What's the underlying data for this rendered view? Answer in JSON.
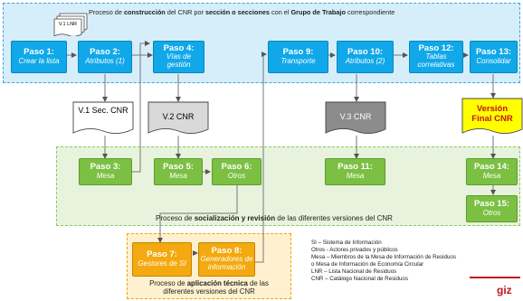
{
  "top_zone": {
    "caption_pre": "Proceso de ",
    "caption_b1": "construcción",
    "caption_mid1": " del CNR por ",
    "caption_b2": "sección o secciones",
    "caption_mid2": " con el ",
    "caption_b3": "Grupo de Trabajo",
    "caption_post": " correspondiente"
  },
  "mid_zone": {
    "caption_pre": "Proceso de ",
    "caption_b1": "socialización y revisión",
    "caption_post": " de las diferentes versiones del CNR"
  },
  "bot_zone": {
    "caption_pre": "Proceso de ",
    "caption_b1": "aplicación técnica",
    "caption_post1": " de las",
    "caption_line2": "diferentes versiones del CNR"
  },
  "docs": {
    "v1_lnr": "V.1 LNR",
    "v1_sec": "V.1 Sec. CNR",
    "v2": "V.2 CNR",
    "v3": "V.3 CNR",
    "final": "Versión Final CNR"
  },
  "steps": {
    "p1": {
      "title": "Paso 1:",
      "sub": "Crear la lista"
    },
    "p2": {
      "title": "Paso 2:",
      "sub": "Atributos (1)"
    },
    "p4": {
      "title": "Paso 4:",
      "sub": "Vías de gestión"
    },
    "p9": {
      "title": "Paso 9:",
      "sub": "Transporte"
    },
    "p10": {
      "title": "Paso 10:",
      "sub": "Atributos (2)"
    },
    "p12": {
      "title": "Paso 12:",
      "sub": "Tablas correlativas"
    },
    "p13": {
      "title": "Paso 13:",
      "sub": "Consolidar"
    },
    "p3": {
      "title": "Paso 3:",
      "sub": "Mesa"
    },
    "p5": {
      "title": "Paso 5:",
      "sub": "Mesa"
    },
    "p6": {
      "title": "Paso 6:",
      "sub": "Otros"
    },
    "p11": {
      "title": "Paso 11:",
      "sub": "Mesa"
    },
    "p14": {
      "title": "Paso 14:",
      "sub": "Mesa"
    },
    "p15": {
      "title": "Paso 15:",
      "sub": "Otros"
    },
    "p7": {
      "title": "Paso 7:",
      "sub": "Gestores de SI"
    },
    "p8": {
      "title": "Paso 8:",
      "sub": "Generadores de información"
    }
  },
  "legend": [
    "SI – Sistema de Información",
    "Otros -  Actores privados y públicos",
    "Mesa – Miembros de la Mesa de Información de Residuos",
    "o Mesa de Información de Economía Circular",
    "LNR – Lista Nacional de Residuos",
    "CNR – Catálogo Nacional de Residuos"
  ],
  "logo": "giz",
  "colors": {
    "blue": "#10a8e8",
    "green": "#7cc043",
    "orange": "#f3a90f",
    "final_doc": "#ffff00"
  }
}
